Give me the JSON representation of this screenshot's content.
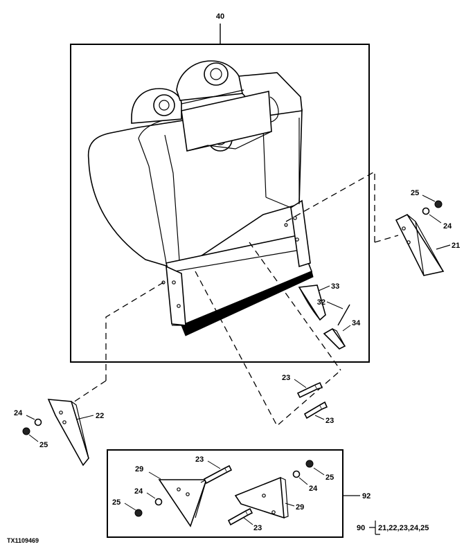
{
  "labels": {
    "assembly": "40",
    "corner_right": "21",
    "corner_left": "22",
    "bolt_a": "23",
    "bolt_b": "23",
    "bolt_c": "23",
    "bolt_d": "23",
    "washer_r": "24",
    "washer_l": "24",
    "washer_kit_a": "24",
    "washer_kit_b": "24",
    "nut_r": "25",
    "nut_l": "25",
    "nut_kit_a": "25",
    "nut_kit_b": "25",
    "plate_a": "29",
    "plate_b": "29",
    "pin": "32",
    "tooth": "33",
    "adapter": "34",
    "kit": "92",
    "footer_num": "90",
    "footer_list": "21,22,23,24,25",
    "figure_id": "TX1109469"
  }
}
